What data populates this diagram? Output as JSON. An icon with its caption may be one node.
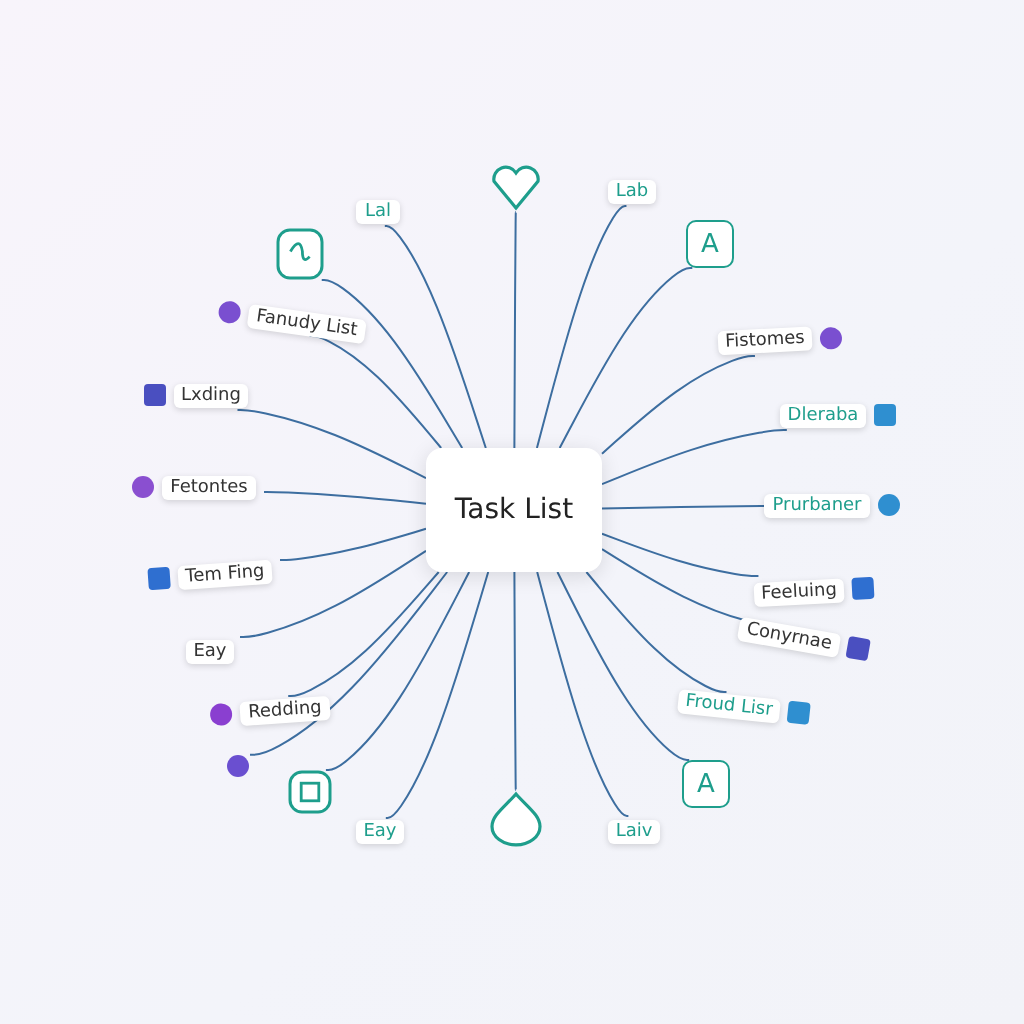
{
  "diagram": {
    "nodes": [
      {
        "text": [
          "Task List"
        ]
      },
      {
        "text": [
          "Lal"
        ]
      },
      {
        "text": [],
        "shape": "box"
      },
      {
        "text": [
          "Fanudy List"
        ]
      },
      {
        "text": [
          "Lxding"
        ]
      },
      {
        "text": [
          "Fetontes"
        ]
      },
      {
        "text": [
          "Tem Fing"
        ]
      },
      {
        "text": [
          "Eay"
        ]
      },
      {
        "text": [
          "Redding"
        ]
      },
      {
        "text": [],
        "shape": "circle"
      },
      {
        "text": [],
        "shape": "box"
      },
      {
        "text": [
          "Eay"
        ]
      },
      {
        "text": [],
        "shape": "heart"
      },
      {
        "text": [],
        "shape": "drop"
      },
      {
        "text": [
          "Lab"
        ]
      },
      {
        "text": [
          "A"
        ]
      },
      {
        "text": [
          "Fistomes"
        ]
      },
      {
        "text": [
          "Dleraba"
        ]
      },
      {
        "text": [
          "Prurbaner"
        ]
      },
      {
        "text": [
          "Feeluing"
        ]
      },
      {
        "text": [
          "Conyrnae"
        ]
      },
      {
        "text": [
          "Froud Lisr"
        ]
      },
      {
        "text": [
          "A"
        ]
      },
      {
        "text": [
          "Laiv"
        ]
      }
    ],
    "edges": [
      {
        "from": 0,
        "to": 1,
        "arrow": "none"
      },
      {
        "from": 0,
        "to": 2,
        "arrow": "none"
      },
      {
        "from": 0,
        "to": 3,
        "arrow": "none"
      },
      {
        "from": 0,
        "to": 4,
        "arrow": "none"
      },
      {
        "from": 0,
        "to": 5,
        "arrow": "none"
      },
      {
        "from": 0,
        "to": 6,
        "arrow": "none"
      },
      {
        "from": 0,
        "to": 7,
        "arrow": "none"
      },
      {
        "from": 0,
        "to": 8,
        "arrow": "none"
      },
      {
        "from": 0,
        "to": 9,
        "arrow": "none"
      },
      {
        "from": 0,
        "to": 10,
        "arrow": "none"
      },
      {
        "from": 0,
        "to": 11,
        "arrow": "none"
      },
      {
        "from": 0,
        "to": 12,
        "arrow": "none"
      },
      {
        "from": 0,
        "to": 13,
        "arrow": "none"
      },
      {
        "from": 0,
        "to": 14,
        "arrow": "none"
      },
      {
        "from": 0,
        "to": 15,
        "arrow": "none"
      },
      {
        "from": 0,
        "to": 16,
        "arrow": "none"
      },
      {
        "from": 0,
        "to": 17,
        "arrow": "none"
      },
      {
        "from": 0,
        "to": 18,
        "arrow": "none"
      },
      {
        "from": 0,
        "to": 19,
        "arrow": "none"
      },
      {
        "from": 0,
        "to": 20,
        "arrow": "none"
      },
      {
        "from": 0,
        "to": 21,
        "arrow": "none"
      },
      {
        "from": 0,
        "to": 22,
        "arrow": "none"
      },
      {
        "from": 0,
        "to": 23,
        "arrow": "none"
      }
    ]
  }
}
